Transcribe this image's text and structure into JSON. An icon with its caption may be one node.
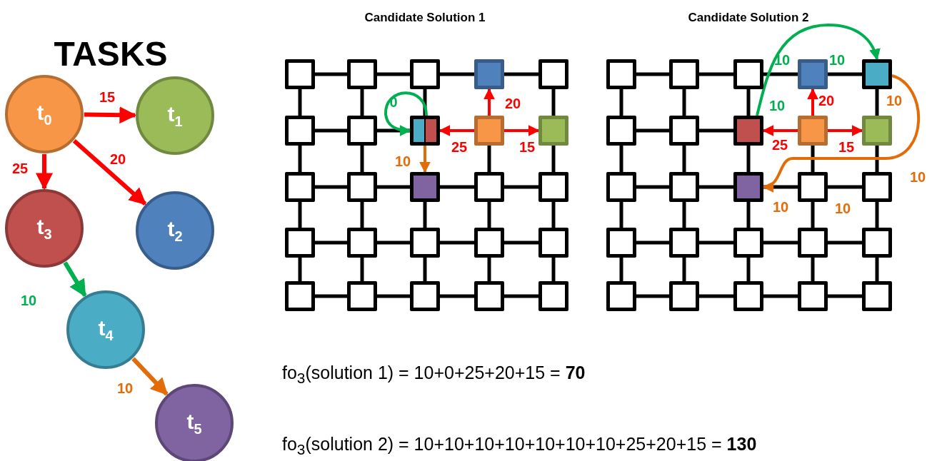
{
  "diagram": {
    "nodes": [
      {
        "text": [
          "t$_{0}$"
        ]
      },
      {
        "text": [
          "t$_{1}$"
        ]
      },
      {
        "text": [
          "t$_{3}$"
        ]
      },
      {
        "text": [
          "t$_{2}$"
        ]
      },
      {
        "text": [
          "t$_{4}$"
        ]
      },
      {
        "text": [
          "t$_{5}$"
        ]
      },
      {
        "text": [],
        "shape": "box"
      },
      {
        "text": [],
        "shape": "box"
      },
      {
        "text": [],
        "shape": "box"
      },
      {
        "text": [],
        "shape": "box"
      },
      {
        "text": [],
        "shape": "box"
      },
      {
        "text": [],
        "shape": "box"
      },
      {
        "text": [],
        "shape": "box"
      },
      {
        "text": [],
        "shape": "box"
      },
      {
        "text": [],
        "shape": "box"
      },
      {
        "text": [],
        "shape": "box"
      },
      {
        "text": [],
        "shape": "box"
      },
      {
        "text": [],
        "shape": "box"
      },
      {
        "text": [],
        "shape": "box"
      },
      {
        "text": [],
        "shape": "box"
      },
      {
        "text": [],
        "shape": "box"
      },
      {
        "text": [],
        "shape": "box"
      },
      {
        "text": [],
        "shape": "box"
      },
      {
        "text": [],
        "shape": "box"
      },
      {
        "text": [],
        "shape": "box"
      },
      {
        "text": [],
        "shape": "box"
      },
      {
        "text": [],
        "shape": "box"
      },
      {
        "text": [],
        "shape": "box"
      },
      {
        "text": [],
        "shape": "box"
      },
      {
        "text": [],
        "shape": "box"
      },
      {
        "text": [],
        "shape": "box"
      },
      {
        "text": [],
        "shape": "box"
      },
      {
        "text": [],
        "shape": "box"
      },
      {
        "text": [],
        "shape": "box"
      },
      {
        "text": [],
        "shape": "box"
      },
      {
        "text": [],
        "shape": "box"
      },
      {
        "text": [],
        "shape": "box"
      },
      {
        "text": [],
        "shape": "box"
      },
      {
        "text": [],
        "shape": "box"
      },
      {
        "text": [],
        "shape": "box"
      },
      {
        "text": [],
        "shape": "box"
      },
      {
        "text": [],
        "shape": "box"
      },
      {
        "text": [],
        "shape": "box"
      },
      {
        "text": [],
        "shape": "box"
      },
      {
        "text": [],
        "shape": "box"
      },
      {
        "text": [],
        "shape": "box"
      },
      {
        "text": [],
        "shape": "box"
      },
      {
        "text": [],
        "shape": "box"
      },
      {
        "text": [],
        "shape": "box"
      },
      {
        "text": [],
        "shape": "box"
      },
      {
        "text": [],
        "shape": "box"
      },
      {
        "text": [],
        "shape": "box"
      },
      {
        "text": [],
        "shape": "box"
      },
      {
        "text": [],
        "shape": "box"
      },
      {
        "text": [],
        "shape": "box"
      },
      {
        "text": [],
        "shape": "box"
      }
    ],
    "edges": [
      {
        "from": 0,
        "to": 1,
        "arrow": "to",
        "label": "15",
        "color": "#ff0000"
      },
      {
        "from": 0,
        "to": 2,
        "arrow": "to",
        "label": "25",
        "color": "#ff0000"
      },
      {
        "from": 0,
        "to": 3,
        "arrow": "to",
        "label": "20",
        "color": "#ff0000"
      },
      {
        "from": 2,
        "to": 4,
        "arrow": "to",
        "label": "10",
        "color": "#00b050"
      },
      {
        "from": 4,
        "to": 5,
        "arrow": "to",
        "label": "10",
        "color": "#e36c09"
      },
      {
        "from": 6,
        "to": 7,
        "arrow": "none"
      },
      {
        "from": 7,
        "to": 8,
        "arrow": "none"
      },
      {
        "from": 8,
        "to": 9,
        "arrow": "none"
      },
      {
        "from": 9,
        "to": 10,
        "arrow": "none"
      },
      {
        "from": 11,
        "to": 12,
        "arrow": "none"
      },
      {
        "from": 12,
        "to": 13,
        "arrow": "none"
      },
      {
        "from": 16,
        "to": 17,
        "arrow": "none"
      },
      {
        "from": 17,
        "to": 18,
        "arrow": "none"
      },
      {
        "from": 18,
        "to": 19,
        "arrow": "none"
      },
      {
        "from": 19,
        "to": 20,
        "arrow": "none"
      },
      {
        "from": 21,
        "to": 22,
        "arrow": "none"
      },
      {
        "from": 22,
        "to": 23,
        "arrow": "none"
      },
      {
        "from": 23,
        "to": 24,
        "arrow": "none"
      },
      {
        "from": 24,
        "to": 25,
        "arrow": "none"
      },
      {
        "from": 26,
        "to": 27,
        "arrow": "none"
      },
      {
        "from": 27,
        "to": 28,
        "arrow": "none"
      },
      {
        "from": 28,
        "to": 29,
        "arrow": "none"
      },
      {
        "from": 29,
        "to": 30,
        "arrow": "none"
      },
      {
        "from": 6,
        "to": 11,
        "arrow": "none"
      },
      {
        "from": 11,
        "to": 16,
        "arrow": "none"
      },
      {
        "from": 16,
        "to": 21,
        "arrow": "none"
      },
      {
        "from": 21,
        "to": 26,
        "arrow": "none"
      },
      {
        "from": 7,
        "to": 12,
        "arrow": "none"
      },
      {
        "from": 12,
        "to": 17,
        "arrow": "none"
      },
      {
        "from": 17,
        "to": 22,
        "arrow": "none"
      },
      {
        "from": 22,
        "to": 27,
        "arrow": "none"
      },
      {
        "from": 8,
        "to": 13,
        "arrow": "none"
      },
      {
        "from": 18,
        "to": 23,
        "arrow": "none"
      },
      {
        "from": 23,
        "to": 28,
        "arrow": "none"
      },
      {
        "from": 14,
        "to": 19,
        "arrow": "none"
      },
      {
        "from": 19,
        "to": 24,
        "arrow": "none"
      },
      {
        "from": 24,
        "to": 29,
        "arrow": "none"
      },
      {
        "from": 10,
        "to": 15,
        "arrow": "none"
      },
      {
        "from": 15,
        "to": 20,
        "arrow": "none"
      },
      {
        "from": 20,
        "to": 25,
        "arrow": "none"
      },
      {
        "from": 25,
        "to": 30,
        "arrow": "none"
      },
      {
        "from": 14,
        "to": 13,
        "arrow": "to",
        "label": "25",
        "color": "#ff0000"
      },
      {
        "from": 14,
        "to": 9,
        "arrow": "to",
        "label": "20",
        "color": "#ff0000"
      },
      {
        "from": 14,
        "to": 15,
        "arrow": "to",
        "label": "15",
        "color": "#ff0000"
      },
      {
        "from": 13,
        "to": 13,
        "arrow": "to",
        "label": "0",
        "color": "#00b050"
      },
      {
        "from": 13,
        "to": 18,
        "arrow": "to",
        "label": "10",
        "color": "#e36c09"
      },
      {
        "from": 31,
        "to": 32,
        "arrow": "none"
      },
      {
        "from": 32,
        "to": 33,
        "arrow": "none"
      },
      {
        "from": 33,
        "to": 34,
        "arrow": "none"
      },
      {
        "from": 34,
        "to": 35,
        "arrow": "none"
      },
      {
        "from": 36,
        "to": 37,
        "arrow": "none"
      },
      {
        "from": 37,
        "to": 38,
        "arrow": "none"
      },
      {
        "from": 41,
        "to": 42,
        "arrow": "none"
      },
      {
        "from": 42,
        "to": 43,
        "arrow": "none"
      },
      {
        "from": 43,
        "to": 44,
        "arrow": "none"
      },
      {
        "from": 44,
        "to": 45,
        "arrow": "none"
      },
      {
        "from": 46,
        "to": 47,
        "arrow": "none"
      },
      {
        "from": 47,
        "to": 48,
        "arrow": "none"
      },
      {
        "from": 48,
        "to": 49,
        "arrow": "none"
      },
      {
        "from": 49,
        "to": 50,
        "arrow": "none"
      },
      {
        "from": 51,
        "to": 52,
        "arrow": "none"
      },
      {
        "from": 52,
        "to": 53,
        "arrow": "none"
      },
      {
        "from": 53,
        "to": 54,
        "arrow": "none"
      },
      {
        "from": 54,
        "to": 55,
        "arrow": "none"
      },
      {
        "from": 31,
        "to": 36,
        "arrow": "none"
      },
      {
        "from": 36,
        "to": 41,
        "arrow": "none"
      },
      {
        "from": 41,
        "to": 46,
        "arrow": "none"
      },
      {
        "from": 46,
        "to": 51,
        "arrow": "none"
      },
      {
        "from": 32,
        "to": 37,
        "arrow": "none"
      },
      {
        "from": 37,
        "to": 42,
        "arrow": "none"
      },
      {
        "from": 42,
        "to": 47,
        "arrow": "none"
      },
      {
        "from": 47,
        "to": 52,
        "arrow": "none"
      },
      {
        "from": 33,
        "to": 38,
        "arrow": "none"
      },
      {
        "from": 38,
        "to": 43,
        "arrow": "none"
      },
      {
        "from": 43,
        "to": 48,
        "arrow": "none"
      },
      {
        "from": 48,
        "to": 53,
        "arrow": "none"
      },
      {
        "from": 39,
        "to": 44,
        "arrow": "none"
      },
      {
        "from": 44,
        "to": 49,
        "arrow": "none"
      },
      {
        "from": 49,
        "to": 54,
        "arrow": "none"
      },
      {
        "from": 35,
        "to": 40,
        "arrow": "none"
      },
      {
        "from": 40,
        "to": 45,
        "arrow": "none"
      },
      {
        "from": 45,
        "to": 50,
        "arrow": "none"
      },
      {
        "from": 50,
        "to": 55,
        "arrow": "none"
      },
      {
        "from": 39,
        "to": 38,
        "arrow": "to",
        "label": "25",
        "color": "#ff0000"
      },
      {
        "from": 39,
        "to": 34,
        "arrow": "to",
        "label": "20",
        "color": "#ff0000"
      },
      {
        "from": 39,
        "to": 40,
        "arrow": "to",
        "label": "15",
        "color": "#ff0000"
      },
      {
        "from": 38,
        "to": 35,
        "arrow": "to",
        "label": "10",
        "color": "#00b050"
      },
      {
        "from": 35,
        "to": 43,
        "arrow": "to",
        "label": "10",
        "color": "#e36c09"
      }
    ],
    "labels": [
      "TASKS",
      "Candidate Solution 1",
      "Candidate Solution 2",
      "10",
      "10",
      "10",
      "10",
      "10",
      "fo$_{3}$(solution 1) = 10+0+25+20+15 =  **70**",
      "fo$_{3}$(solution 2) = 10+10+10+10+10+10+10+25+20+15 = **130**"
    ]
  }
}
